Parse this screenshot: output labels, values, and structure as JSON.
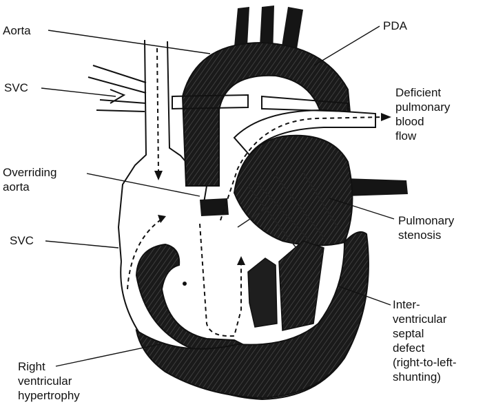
{
  "labels": {
    "aorta": [
      "Aorta"
    ],
    "pda": [
      "PDA"
    ],
    "svc_top": [
      "SVC"
    ],
    "deficient": [
      "Deficient",
      "pulmonary",
      "blood",
      "flow"
    ],
    "overriding": [
      "Overriding",
      "aorta"
    ],
    "svc_mid": [
      "SVC"
    ],
    "pulmonary_stenosis": [
      "Pulmonary",
      "stenosis"
    ],
    "vsd": [
      "Inter-",
      "ventricular",
      "septal",
      "defect",
      "(right-to-left-",
      "shunting)"
    ],
    "rvh": [
      "Right",
      "ventricular",
      "hypertrophy"
    ]
  },
  "colors": {
    "ink": "#111111",
    "tissue": "#141414",
    "background": "#ffffff"
  }
}
